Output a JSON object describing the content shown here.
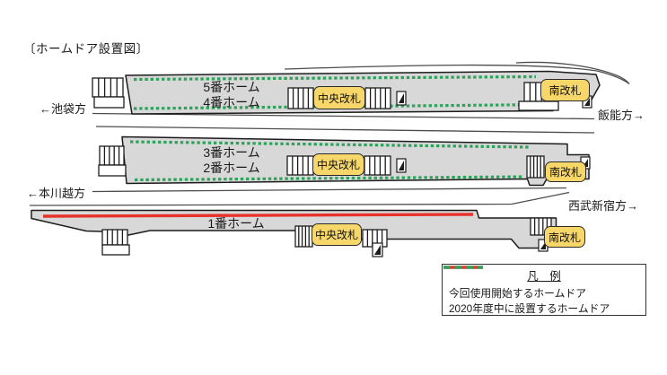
{
  "title": "〔ホームドア設置図〕",
  "directions": {
    "left_top": "←池袋方",
    "right_top": "飯能方→",
    "left_middle": "←本川越方",
    "right_middle": "西武新宿方→"
  },
  "platforms": {
    "top": {
      "line1": "5番ホーム",
      "line2": "4番ホーム",
      "central_gate": "中央改札",
      "south_gate": "南改札"
    },
    "middle": {
      "line1": "3番ホーム",
      "line2": "2番ホーム",
      "central_gate": "中央改札",
      "south_gate": "南改札"
    },
    "bottom": {
      "line1": "1番ホーム",
      "central_gate": "中央改札",
      "south_gate": "南改札"
    }
  },
  "legend": {
    "title": "凡　例",
    "items": [
      {
        "swatch": "solid-red-line",
        "label": "今回使用開始するホームドア"
      },
      {
        "swatch": "green-dashed-line",
        "label": "2020年度中に設置するホームドア"
      }
    ]
  },
  "colors": {
    "new_door_red": "#e8332c",
    "planned_door_green": "#2fa25c",
    "gate_yellow": "#f8d76a",
    "platform_gray": "#d8d8d8",
    "outline": "#1c1c1c"
  },
  "icons": [
    "stairs-icon",
    "elevator-icon"
  ]
}
